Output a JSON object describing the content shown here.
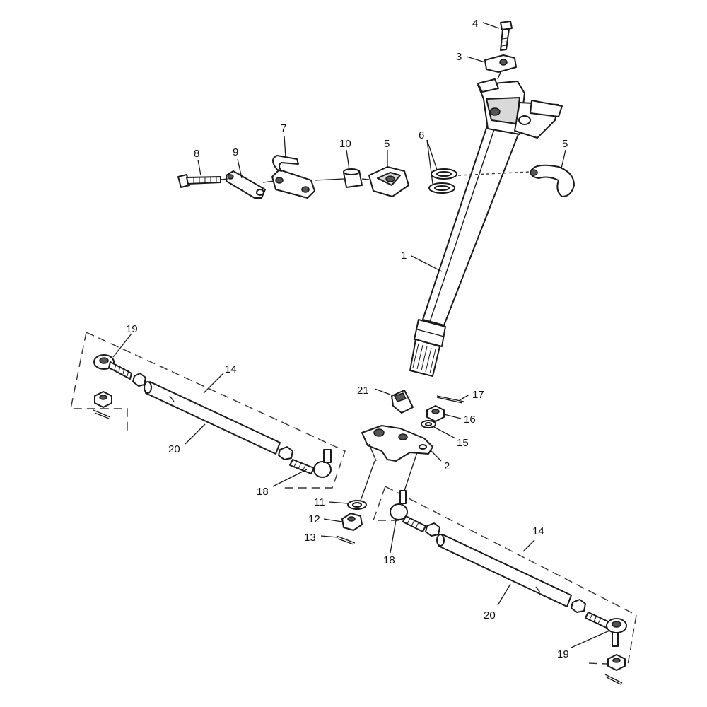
{
  "callouts": [
    {
      "id": "c4",
      "text": "4"
    },
    {
      "id": "c3",
      "text": "3"
    },
    {
      "id": "c7",
      "text": "7"
    },
    {
      "id": "c8",
      "text": "8"
    },
    {
      "id": "c9",
      "text": "9"
    },
    {
      "id": "c10",
      "text": "10"
    },
    {
      "id": "c5a",
      "text": "5"
    },
    {
      "id": "c6",
      "text": "6"
    },
    {
      "id": "c5b",
      "text": "5"
    },
    {
      "id": "c1",
      "text": "1"
    },
    {
      "id": "c19a",
      "text": "19"
    },
    {
      "id": "c14a",
      "text": "14"
    },
    {
      "id": "c20a",
      "text": "20"
    },
    {
      "id": "c18a",
      "text": "18"
    },
    {
      "id": "c21",
      "text": "21"
    },
    {
      "id": "c17",
      "text": "17"
    },
    {
      "id": "c16",
      "text": "16"
    },
    {
      "id": "c15",
      "text": "15"
    },
    {
      "id": "c2",
      "text": "2"
    },
    {
      "id": "c11",
      "text": "11"
    },
    {
      "id": "c12",
      "text": "12"
    },
    {
      "id": "c13",
      "text": "13"
    },
    {
      "id": "c18b",
      "text": "18"
    },
    {
      "id": "c14b",
      "text": "14"
    },
    {
      "id": "c20b",
      "text": "20"
    },
    {
      "id": "c19b",
      "text": "19"
    }
  ]
}
